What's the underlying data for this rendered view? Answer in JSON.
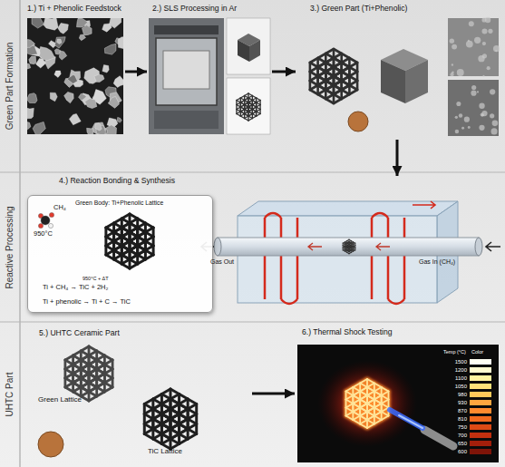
{
  "diagram": {
    "nodes": [
      {
        "text": [
          "Green Part Formation"
        ]
      },
      {
        "text": [
          "1.) Ti + Phenolic Feedstock"
        ],
        "in": 0
      },
      {
        "text": [
          "2.) SLS Processing in Ar"
        ],
        "in": 0
      },
      {
        "text": [
          "3.) Green Part (Ti+Phenolic)"
        ],
        "in": 0
      },
      {
        "text": [
          "Reactive Processing"
        ]
      },
      {
        "text": [
          "4.) Reaction Bonding & Synthesis"
        ],
        "in": 4
      },
      {
        "text": [
          "Green Body: Ti+Phenolic Lattice",
          "CH₄",
          "950°C",
          "950°C + ΔT",
          "Ti + CH₄ → TiC + 2H₂",
          "Ti + phenolic → Ti + C → TiC"
        ],
        "in": 5
      },
      {
        "text": [
          "UHTC Part"
        ]
      },
      {
        "text": [
          "5.) UHTC Ceramic Part",
          "Green Lattice",
          "TiC Lattice"
        ],
        "in": 7
      },
      {
        "text": [
          "6.) Thermal Shock Testing"
        ],
        "in": 7
      }
    ],
    "edges": [
      {
        "from": 1,
        "to": 2,
        "arrow": "to"
      },
      {
        "from": 2,
        "to": 3,
        "arrow": "to"
      },
      {
        "from": 3,
        "to": 5,
        "arrow": "to"
      },
      {
        "from": 8,
        "to": 9,
        "arrow": "to"
      }
    ],
    "labels": [
      "Gas Out",
      "Gas In (CH₄)",
      "Temp (°C)",
      "Color"
    ],
    "legend": [
      {
        "text": "1500",
        "color": "#fffff4"
      },
      {
        "text": "1200",
        "color": "#fffbd0"
      },
      {
        "text": "1100",
        "color": "#fff3a0"
      },
      {
        "text": "1050",
        "color": "#ffe27a"
      },
      {
        "text": "980",
        "color": "#ffc95a"
      },
      {
        "text": "930",
        "color": "#ffa63f"
      },
      {
        "text": "870",
        "color": "#ff8a2e"
      },
      {
        "text": "810",
        "color": "#f26a1f"
      },
      {
        "text": "750",
        "color": "#dd4a15"
      },
      {
        "text": "700",
        "color": "#c2300f"
      },
      {
        "text": "650",
        "color": "#a31f0b"
      },
      {
        "text": "600",
        "color": "#7f1408"
      }
    ]
  }
}
